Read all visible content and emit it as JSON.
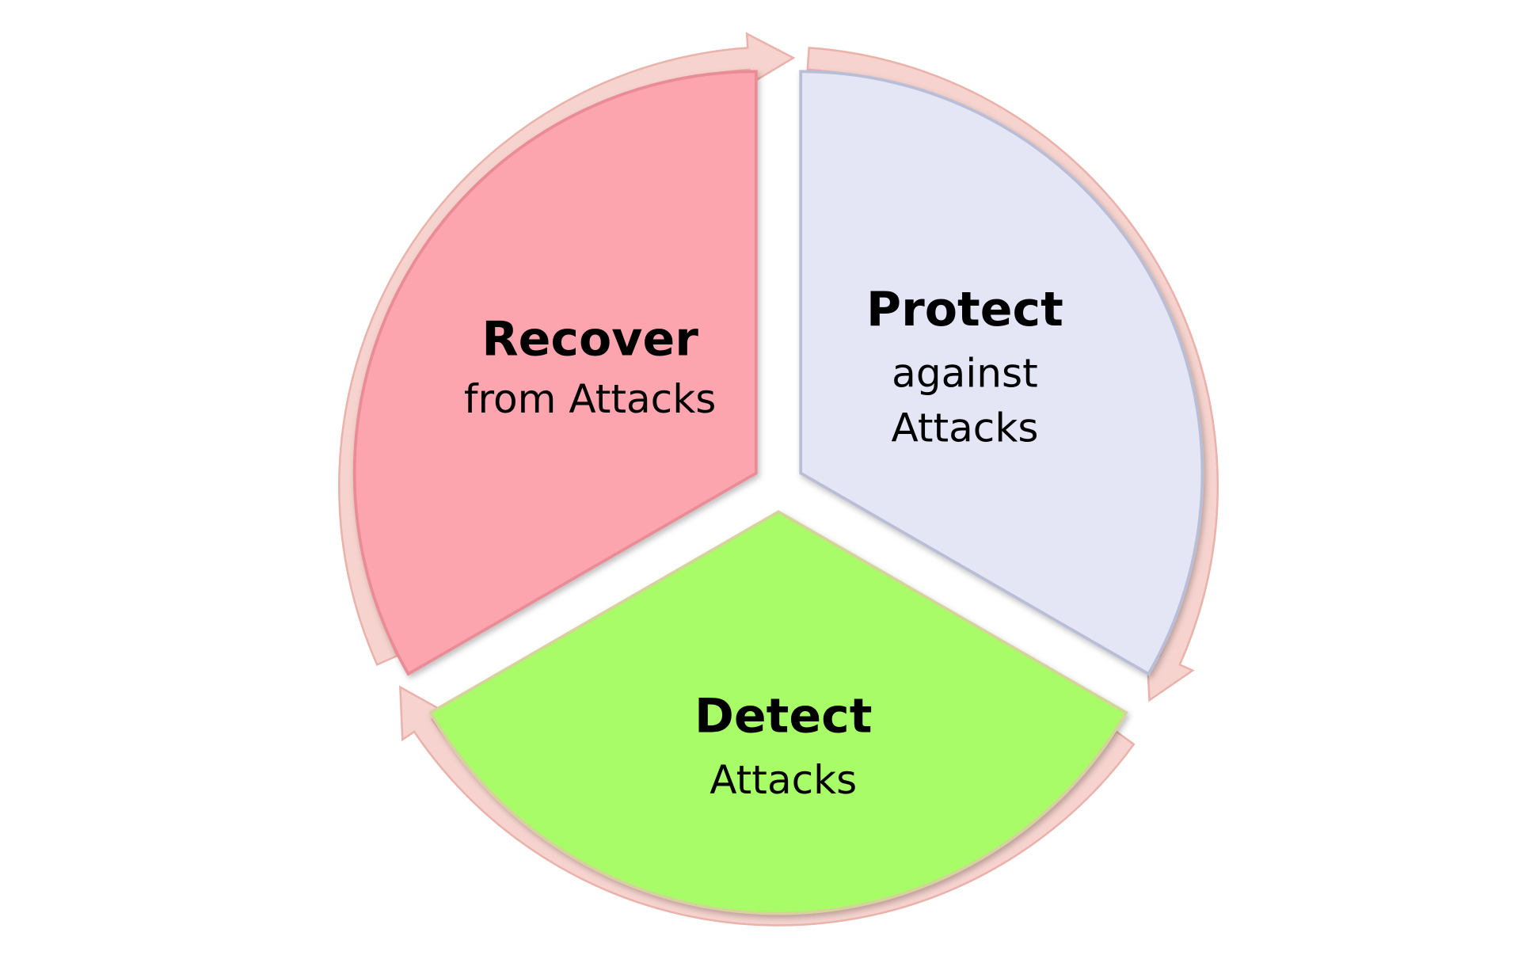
{
  "diagram": {
    "type": "cycle",
    "segments": [
      {
        "id": "protect",
        "title": "Protect",
        "lines": [
          "against",
          "Attacks"
        ],
        "color": "#e4e6f5",
        "edge": "#b9bdd6"
      },
      {
        "id": "detect",
        "title": "Detect",
        "lines": [
          "Attacks"
        ],
        "color": "#a8fc68",
        "edge": "#d4d49a"
      },
      {
        "id": "recover",
        "title": "Recover",
        "lines": [
          "from Attacks"
        ],
        "color": "#fca5ae",
        "edge": "#e98c96"
      }
    ],
    "arrow_color": "#f6cfc9",
    "arrow_edge": "#e7aaa3"
  }
}
